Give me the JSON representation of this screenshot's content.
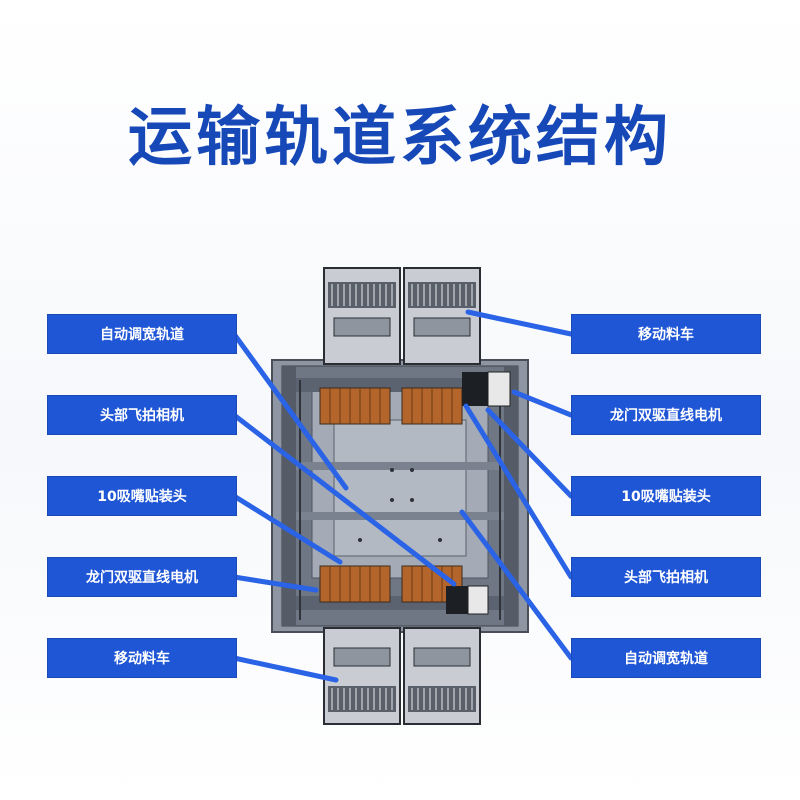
{
  "title": "运输轨道系统结构",
  "labels_left": [
    "自动调宽轨道",
    "头部飞拍相机",
    "10吸嘴贴装头",
    "龙门双驱直线电机",
    "移动料车"
  ],
  "labels_right": [
    "移动料车",
    "龙门双驱直线电机",
    "10吸嘴贴装头",
    "头部飞拍相机",
    "自动调宽轨道"
  ],
  "colors": {
    "title": "#1748b7",
    "label_bg": "#1f56d6",
    "leader": "#2a63e6"
  }
}
